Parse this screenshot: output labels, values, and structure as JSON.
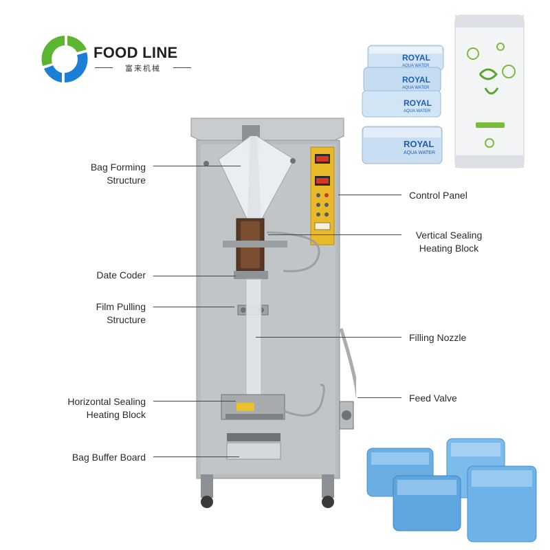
{
  "brand": {
    "name": "FOOD LINE",
    "subtitle": "富来机械",
    "colors": {
      "green": "#5cb531",
      "blue": "#1c7fd6"
    }
  },
  "product_labels": {
    "royal_top": "ROYAL",
    "royal_sub": "AQUA WATER"
  },
  "machine_colors": {
    "body": "#b9bcbf",
    "panel": "#e8b92a",
    "frame": "#9ea2a6"
  },
  "callouts": {
    "bag_forming": "Bag Forming\nStructure",
    "date_coder": "Date Coder",
    "film_pulling": "Film Pulling\nStructure",
    "horizontal_sealing": "Horizontal Sealing\nHeating Block",
    "bag_buffer": "Bag Buffer Board",
    "control_panel": "Control Panel",
    "vertical_sealing": "Vertical Sealing\nHeating Block",
    "filling_nozzle": "Filling Nozzle",
    "feed_valve": "Feed Valve"
  }
}
